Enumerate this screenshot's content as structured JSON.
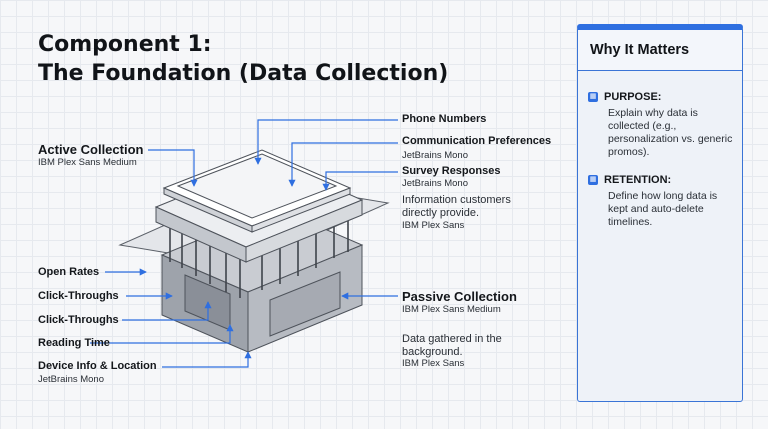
{
  "title": {
    "line1": "Component 1:",
    "line2": "The Foundation (Data Collection)"
  },
  "active": {
    "heading": "Active Collection",
    "font_note": "IBM Plex Sans Medium"
  },
  "active_items": {
    "phone": "Phone Numbers",
    "comm": "Communication Preferences",
    "comm_font": "JetBrains Mono",
    "survey": "Survey Responses",
    "survey_font": "JetBrains Mono",
    "desc": "Information customers\ndirectly provide.",
    "desc_font": "IBM Plex Sans"
  },
  "passive_items": {
    "open_rates": "Open Rates",
    "click1": "Click-Throughs",
    "click2": "Click-Throughs",
    "reading": "Reading Time",
    "device": "Device Info & Location",
    "device_font": "JetBrains Mono"
  },
  "passive": {
    "heading": "Passive Collection",
    "font_note": "IBM Plex Sans Medium",
    "desc": "Data gathered in the\nbackground.",
    "desc_font": "IBM Plex Sans"
  },
  "panel": {
    "title": "Why It Matters",
    "purpose_label": "PURPOSE:",
    "purpose_text": "Explain why data is collected (e.g., personalization vs. generic promos).",
    "retention_label": "RETENTION:",
    "retention_text": "Define how long data is kept and auto-delete timelines."
  },
  "colors": {
    "accent": "#2f6fe0",
    "structure": "#5b6068"
  }
}
